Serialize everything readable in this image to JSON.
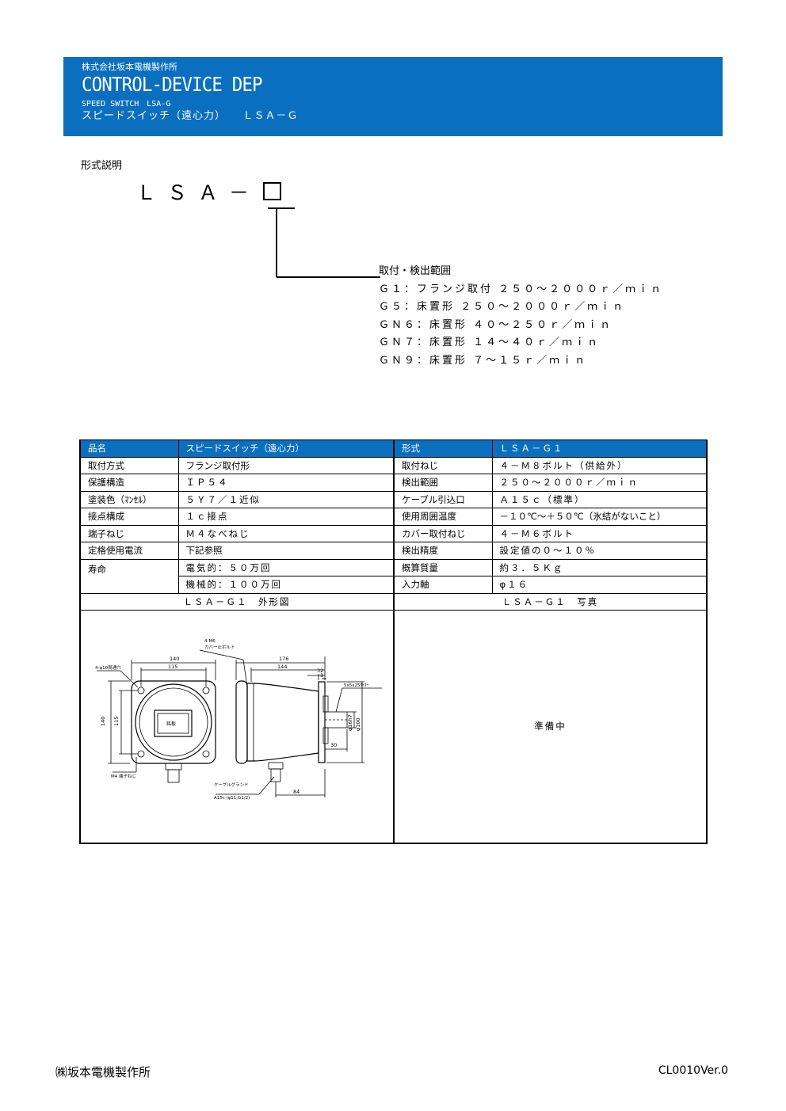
{
  "header": {
    "company": "株式会社坂本電機製作所",
    "dept": "CONTROL-DEVICE DEP",
    "title_en": "SPEED SWITCH　LSA-G",
    "title_jp": "スピードスイッチ（遠心力）　　ＬＳＡ－Ｇ"
  },
  "model_explanation": {
    "section_title": "形式説明",
    "model_code": "ＬＳＡ－",
    "range_heading": "取付・検出範囲",
    "ranges": [
      "Ｇ１：フランジ取付 ２５０～２０００ｒ／ｍｉｎ",
      "Ｇ５：床置形 ２５０～２０００ｒ／ｍｉｎ",
      "ＧＮ６：床置形 ４０～２５０ｒ／ｍｉｎ",
      "ＧＮ７：床置形 １４～４０ｒ／ｍｉｎ",
      "ＧＮ９：床置形 ７～１５ｒ／ｍｉｎ"
    ]
  },
  "spec_table": {
    "header": {
      "product_label": "品名",
      "product_value": "スピードスイッチ（遠心力）",
      "model_label": "形式",
      "model_value": "ＬＳＡ－Ｇ１"
    },
    "rows": [
      [
        "取付方式",
        "フランジ取付形",
        "取付ねじ",
        "４－Ｍ８ボルト（供給外）"
      ],
      [
        "保護構造",
        "ＩＰ５４",
        "検出範囲",
        "２５０～２０００ｒ／ｍｉｎ"
      ],
      [
        "塗装色（ﾏﾝｾﾙ）",
        "５Ｙ７／１近似",
        "ケーブル引込口",
        "Ａ１５ｃ（標準）"
      ],
      [
        "接点構成",
        "１ｃ接点",
        "使用周囲温度",
        "－１０℃～＋５０℃（氷結がないこと）"
      ],
      [
        "端子ねじ",
        "Ｍ４なべねじ",
        "カバー取付ねじ",
        "４－Ｍ６ボルト"
      ],
      [
        "定格使用電流",
        "下記参照",
        "検出精度",
        "設定値の０～１０％"
      ]
    ],
    "life_label": "寿命",
    "life_electrical": "電気的：５０万回",
    "life_mechanical": "機械的：１００万回",
    "mass_label": "概算質量",
    "mass_value": "約３．５Ｋｇ",
    "shaft_label": "入力軸",
    "shaft_value": "φ１６",
    "drawing_title": "ＬＳＡ－Ｇ１　外形図",
    "photo_title": "ＬＳＡ－Ｇ１　写真",
    "photo_placeholder": "準備中"
  },
  "drawing": {
    "dims": [
      "140",
      "115",
      "176",
      "144",
      "32",
      "3",
      "30",
      "84",
      "140",
      "115",
      "φ16h7",
      "φ100"
    ],
    "labels": [
      "4-φ10貫通穴",
      "4-M6",
      "カバー止ボルト",
      "5x5x25ｻｲｷｰ",
      "M4 端子ねじ",
      "ケーブルグランド",
      "A15c (φ11,G1/2)",
      "銘板"
    ]
  },
  "footer": {
    "company": "㈱坂本電機製作所",
    "doc_id": "CL0010Ver.0"
  },
  "colors": {
    "accent": "#0b6fc0"
  }
}
